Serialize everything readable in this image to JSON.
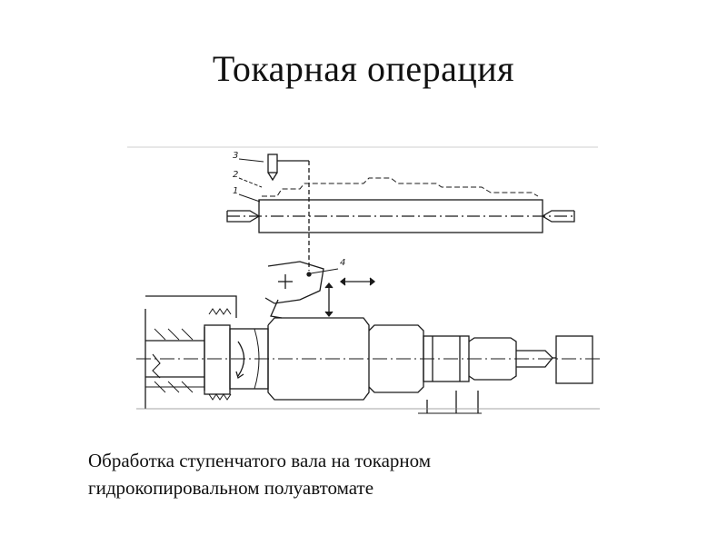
{
  "slide": {
    "title": "Токарная операция",
    "caption_line1": "Обработка ступенчатого вала на токарном",
    "caption_line2": "гидрокопировальном полуавтомате"
  },
  "diagram": {
    "callouts": {
      "label_1": "1",
      "label_2": "2",
      "label_3": "3",
      "label_4": "4",
      "plus_sign": "+"
    },
    "colors": {
      "ink": "#1a1a1a",
      "background": "#ffffff"
    }
  }
}
